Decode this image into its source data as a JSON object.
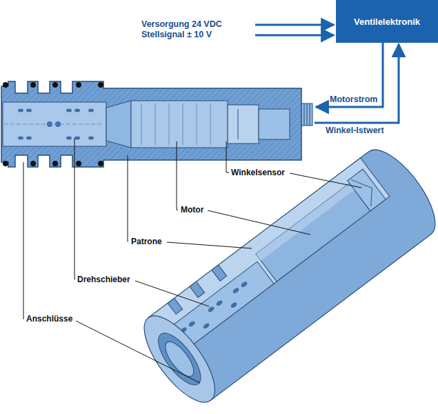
{
  "diagram": {
    "nodes": [
      {
        "text": [
          "Ventilelektronik"
        ]
      }
    ],
    "labels": [
      "Versorgung 24 VDC",
      "Stellsignal ± 10 V",
      "Motorstrom",
      "Winkel-Istwert",
      "Winkelsensor",
      "Motor",
      "Patrone",
      "Drehschieber",
      "Anschlüsse"
    ]
  }
}
